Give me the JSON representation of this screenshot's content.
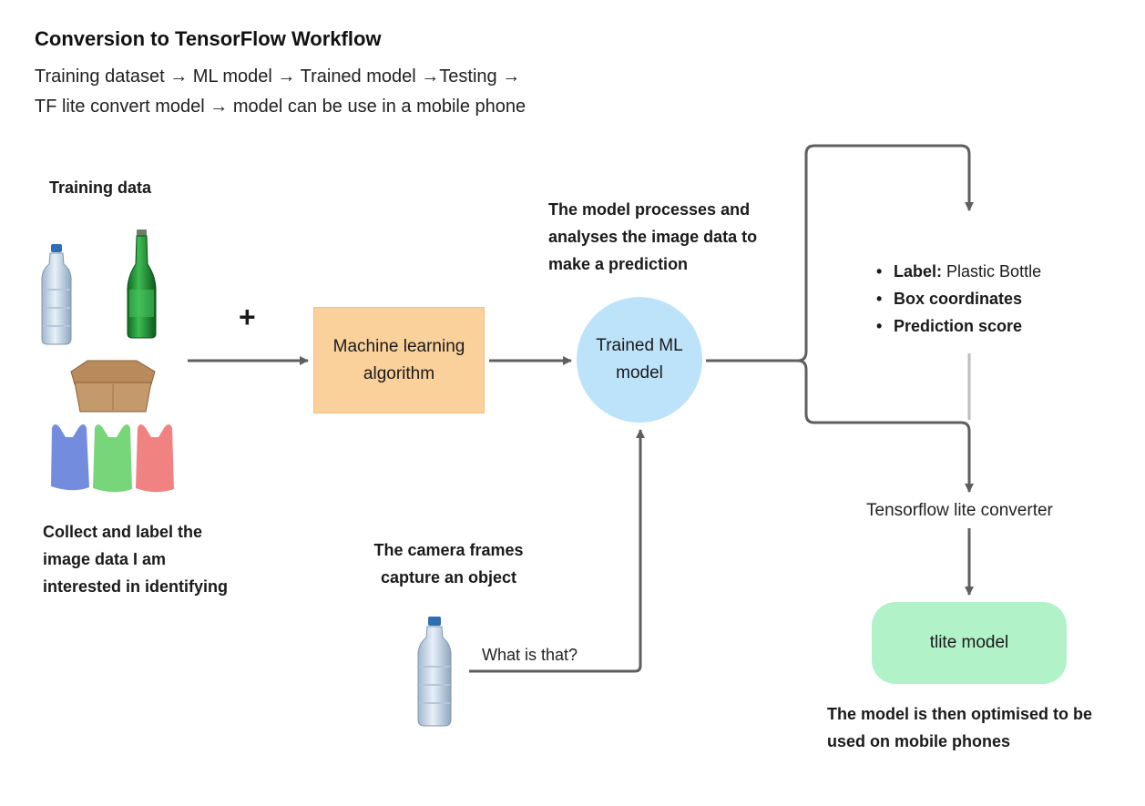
{
  "header": {
    "title": "Conversion to TensorFlow Workflow",
    "flow_line_1": "Training dataset → ML model → Trained model →Testing →",
    "flow_line_2": "TF lite convert model → model can be use in a mobile phone"
  },
  "training": {
    "label": "Training data",
    "description": "Collect and label the image data I am interested in identifying",
    "plus": "+"
  },
  "algorithm": {
    "label": "Machine learning algorithm",
    "color": "#fad19b"
  },
  "trained_model": {
    "label": "Trained ML model",
    "description": "The model processes and analyses the image data to make a prediction",
    "color": "#bde3fa"
  },
  "camera": {
    "description": "The camera frames capture an object",
    "question": "What is that?"
  },
  "outputs": {
    "label_key": "Label:",
    "label_value": "Plastic Bottle",
    "box": "Box coordinates",
    "score": "Prediction score"
  },
  "converter": {
    "label": "Tensorflow lite converter"
  },
  "tlite": {
    "label": "tlite model",
    "description": "The model is then optimised to be used on mobile phones",
    "color": "#b2f2c9"
  },
  "icons": [
    "plastic-bottle-icon",
    "glass-bottle-icon",
    "cardboard-box-icon",
    "plastic-bag-icon"
  ]
}
